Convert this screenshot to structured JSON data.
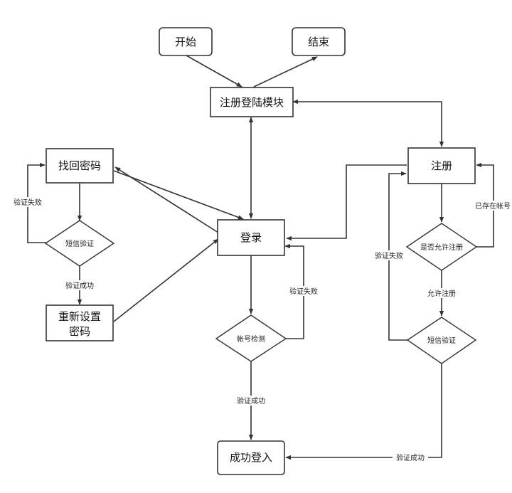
{
  "nodes": {
    "start": "开始",
    "end": "结束",
    "module": "注册登陆模块",
    "recover": "找回密码",
    "sms_recover": "短信验证",
    "reset_line1": "重新设置",
    "reset_line2": "密码",
    "login": "登录",
    "account_check": "帐号检测",
    "success_login": "成功登入",
    "register": "注册",
    "allow_register": "是否允许注册",
    "sms_register": "短信验证"
  },
  "edge_labels": {
    "recover_fail": "验证失败",
    "recover_success": "验证成功",
    "login_fail": "验证失败",
    "login_success": "验证成功",
    "account_exists": "已存在帐号",
    "allow": "允许注册",
    "register_fail": "验证失败",
    "register_success": "验证成功"
  }
}
